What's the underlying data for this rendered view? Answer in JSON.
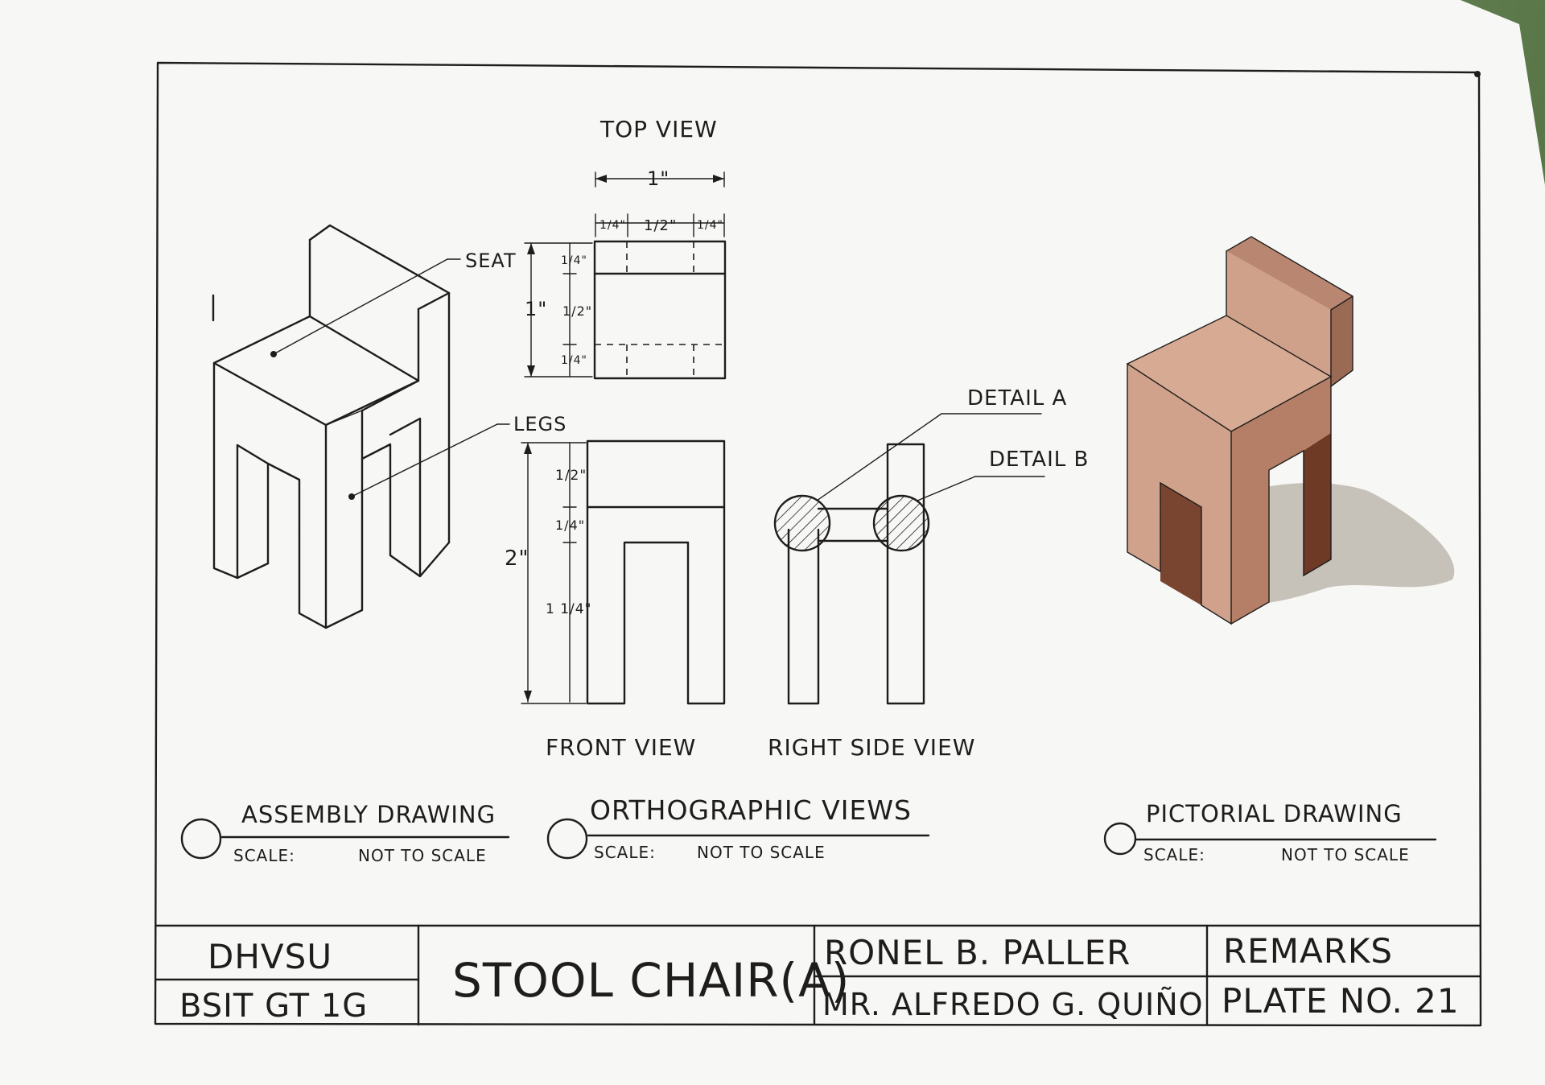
{
  "assembly": {
    "seat_label": "SEAT",
    "legs_label": "LEGS"
  },
  "orthographic": {
    "top_view_title": "TOP VIEW",
    "top_overall_width": "1\"",
    "top_width_parts": [
      "1/4\"",
      "1/2\"",
      "1/4\""
    ],
    "top_overall_depth": "1\"",
    "top_depth_parts": [
      "1/4\"",
      "1/2\"",
      "1/4\""
    ],
    "front_overall_height": "2\"",
    "front_height_parts": [
      "1/2\"",
      "1/4\"",
      "1 1/4\""
    ],
    "front_view_title": "FRONT VIEW",
    "side_view_title": "RIGHT SIDE VIEW",
    "detail_a": "DETAIL A",
    "detail_b": "DETAIL B"
  },
  "captions": {
    "assembly_title": "ASSEMBLY DRAWING",
    "assembly_scale_label": "SCALE:",
    "assembly_scale_value": "NOT TO SCALE",
    "ortho_title": "ORTHOGRAPHIC VIEWS",
    "ortho_scale_label": "SCALE:",
    "ortho_scale_value": "NOT TO SCALE",
    "pictorial_title": "PICTORIAL DRAWING",
    "pictorial_scale_label": "SCALE:",
    "pictorial_scale_value": "NOT TO SCALE"
  },
  "title_block": {
    "school": "DHVSU",
    "section": "BSIT GT 1G",
    "drawing_title": "STOOL CHAIR(A)",
    "student": "RONEL B. PALLER",
    "instructor": "MR. ALFREDO G. QUIÑO",
    "remarks": "REMARKS",
    "plate": "PLATE NO. 21"
  },
  "colors": {
    "ink": "#1f1d1c",
    "paper": "#f7f7f5",
    "wood_light": "#d9b29b",
    "wood_mid": "#c8957a",
    "wood_dark": "#7e4a32",
    "shadow": "#b9b4a8"
  }
}
